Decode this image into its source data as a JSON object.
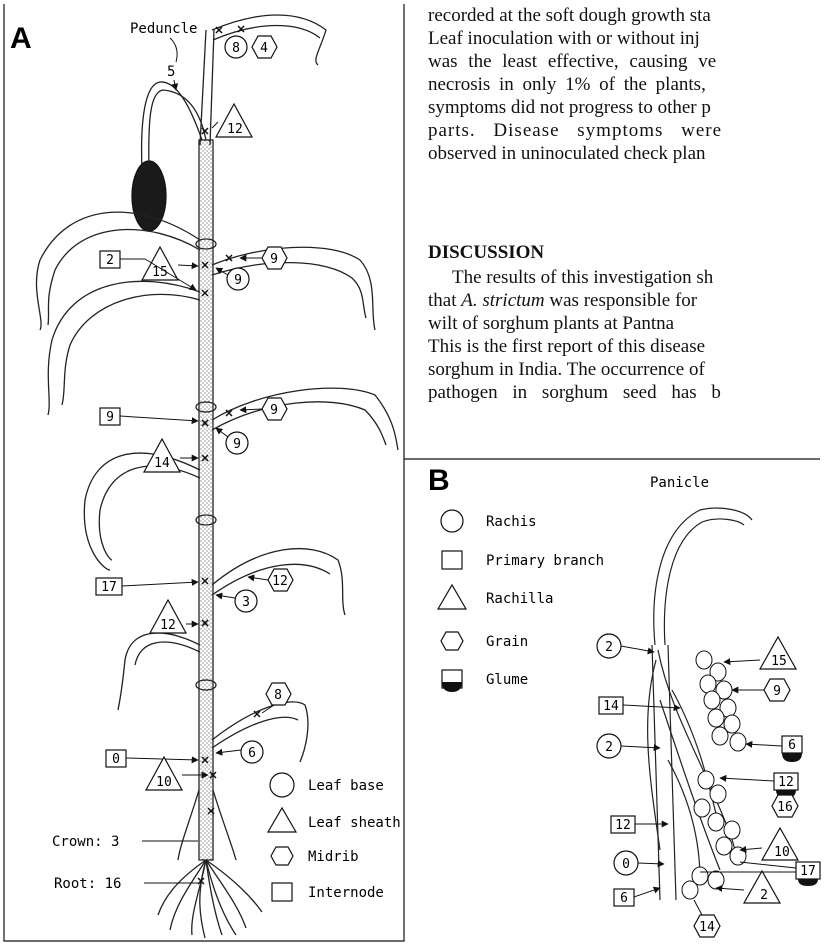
{
  "text_column": {
    "lines": [
      "recorded at the soft dough growth sta",
      "Leaf inoculation with or without inj",
      "was the least effective, causing ve",
      "necrosis in only 1% of the plants,",
      "symptoms did not progress to other p",
      "parts. Disease symptoms were",
      "observed in uninoculated check plan"
    ],
    "heading": "DISCUSSION",
    "discussion_lines": [
      "The results of this investigation sh",
      "that A. strictum was responsible for",
      "wilt of sorghum plants at Pantna",
      "This is the first report of this disease",
      "sorghum in India. The occurrence of",
      "pathogen in sorghum seed has b"
    ],
    "italic_term": "A. strictum"
  },
  "panel_a": {
    "label": "A",
    "peduncle_label": "Peduncle",
    "peduncle_value": "5",
    "crown_label": "Crown: 3",
    "root_label": "Root: 16",
    "legend": [
      {
        "shape": "circle",
        "label": "Leaf base"
      },
      {
        "shape": "triangle",
        "label": "Leaf sheath"
      },
      {
        "shape": "hexagon",
        "label": "Midrib"
      },
      {
        "shape": "square",
        "label": "Internode"
      }
    ],
    "markers": [
      {
        "id": "pk-circle",
        "shape": "circle",
        "value": "8"
      },
      {
        "id": "pk-hex",
        "shape": "hexagon",
        "value": "4"
      },
      {
        "id": "pk-tri",
        "shape": "triangle",
        "value": "12"
      },
      {
        "id": "n1-square",
        "shape": "square",
        "value": "2"
      },
      {
        "id": "n1-tri",
        "shape": "triangle",
        "value": "15"
      },
      {
        "id": "n1-hex",
        "shape": "hexagon",
        "value": "9"
      },
      {
        "id": "n1-circle",
        "shape": "circle",
        "value": "9"
      },
      {
        "id": "n2-square",
        "shape": "square",
        "value": "9"
      },
      {
        "id": "n2-hex",
        "shape": "hexagon",
        "value": "9"
      },
      {
        "id": "n2-circle",
        "shape": "circle",
        "value": "9"
      },
      {
        "id": "n2-tri",
        "shape": "triangle",
        "value": "14"
      },
      {
        "id": "n3-square",
        "shape": "square",
        "value": "17"
      },
      {
        "id": "n3-hex",
        "shape": "hexagon",
        "value": "12"
      },
      {
        "id": "n3-circle",
        "shape": "circle",
        "value": "3"
      },
      {
        "id": "n3-tri",
        "shape": "triangle",
        "value": "12"
      },
      {
        "id": "n4-hex",
        "shape": "hexagon",
        "value": "8"
      },
      {
        "id": "n4-square",
        "shape": "square",
        "value": "0"
      },
      {
        "id": "n4-circle",
        "shape": "circle",
        "value": "6"
      },
      {
        "id": "n4-tri",
        "shape": "triangle",
        "value": "10"
      }
    ]
  },
  "panel_b": {
    "label": "B",
    "title": "Panicle",
    "legend": [
      {
        "shape": "circle",
        "label": "Rachis"
      },
      {
        "shape": "square",
        "label": "Primary branch"
      },
      {
        "shape": "triangle",
        "label": "Rachilla"
      },
      {
        "shape": "hexagon",
        "label": "Grain"
      },
      {
        "shape": "glume",
        "label": "Glume"
      }
    ],
    "markers": [
      {
        "id": "b-circle-2a",
        "shape": "circle",
        "value": "2"
      },
      {
        "id": "b-square-14",
        "shape": "square",
        "value": "14"
      },
      {
        "id": "b-circle-2b",
        "shape": "circle",
        "value": "2"
      },
      {
        "id": "b-square-12",
        "shape": "square",
        "value": "12"
      },
      {
        "id": "b-circle-0",
        "shape": "circle",
        "value": "0"
      },
      {
        "id": "b-square-6",
        "shape": "square",
        "value": "6"
      },
      {
        "id": "b-hex-14",
        "shape": "hexagon",
        "value": "14"
      },
      {
        "id": "b-tri-15",
        "shape": "triangle",
        "value": "15"
      },
      {
        "id": "b-hex-9",
        "shape": "hexagon",
        "value": "9"
      },
      {
        "id": "b-glume-6",
        "shape": "glume",
        "value": "6"
      },
      {
        "id": "b-glume-12",
        "shape": "glume",
        "value": "12"
      },
      {
        "id": "b-hex-16",
        "shape": "hexagon",
        "value": "16"
      },
      {
        "id": "b-tri-10",
        "shape": "triangle",
        "value": "10"
      },
      {
        "id": "b-glume-17",
        "shape": "glume",
        "value": "17"
      },
      {
        "id": "b-tri-2",
        "shape": "triangle",
        "value": "2"
      }
    ]
  }
}
